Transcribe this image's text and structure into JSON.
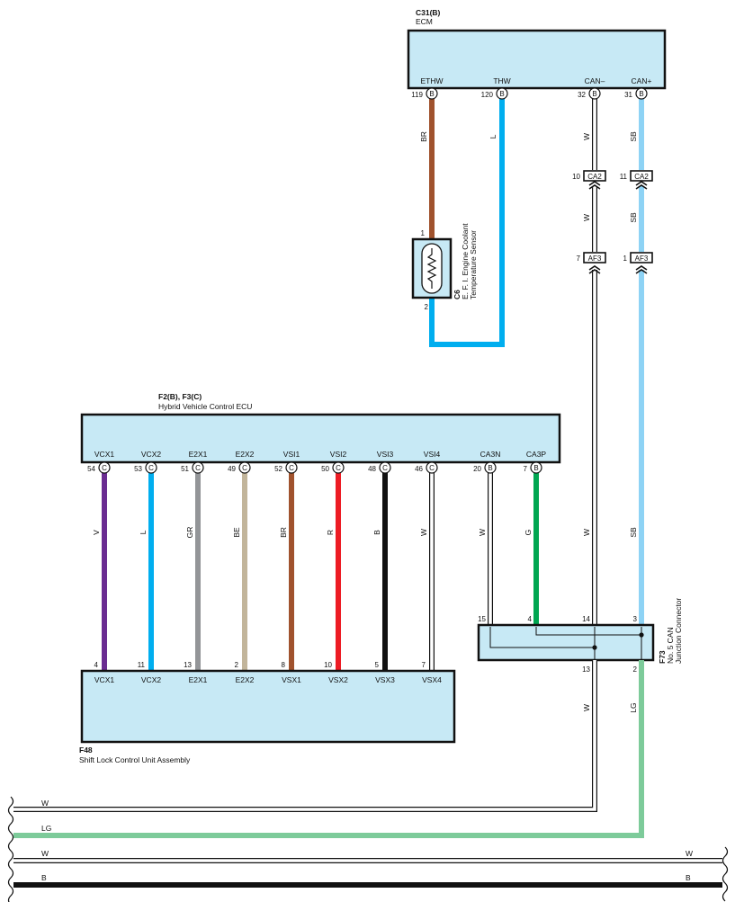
{
  "ecm": {
    "connector": "C31(B)",
    "name": "ECM",
    "pins": [
      {
        "terminal": "ETHW",
        "pin": "119",
        "conn": "B"
      },
      {
        "terminal": "THW",
        "pin": "120",
        "conn": "B"
      },
      {
        "terminal": "CAN–",
        "pin": "32",
        "conn": "B"
      },
      {
        "terminal": "CAN+",
        "pin": "31",
        "conn": "B"
      }
    ]
  },
  "sensor": {
    "connector": "C6",
    "name_line1": "E. F. I. Engine Coolant",
    "name_line2": "Temperature Sensor",
    "pin_top": "1",
    "pin_bottom": "2"
  },
  "ecm_wires": {
    "ethw_color": "BR",
    "thw_color": "L",
    "can_minus_color": "W",
    "can_plus_color": "SB"
  },
  "inline_connectors": [
    {
      "pin_left": "10",
      "id_left": "CA2",
      "pin_right": "11",
      "id_right": "CA2"
    },
    {
      "pin_left": "7",
      "id_left": "AF3",
      "pin_right": "1",
      "id_right": "AF3"
    }
  ],
  "hv_ecu": {
    "connector": "F2(B), F3(C)",
    "name": "Hybrid Vehicle Control ECU",
    "pins": [
      {
        "terminal": "VCX1",
        "pin": "54",
        "conn": "C",
        "wire": "V",
        "hex": "#6a2c91"
      },
      {
        "terminal": "VCX2",
        "pin": "53",
        "conn": "C",
        "wire": "L",
        "hex": "#00aeef"
      },
      {
        "terminal": "E2X1",
        "pin": "51",
        "conn": "C",
        "wire": "GR",
        "hex": "#939598"
      },
      {
        "terminal": "E2X2",
        "pin": "49",
        "conn": "C",
        "wire": "BE",
        "hex": "#c2b59b"
      },
      {
        "terminal": "VSI1",
        "pin": "52",
        "conn": "C",
        "wire": "BR",
        "hex": "#a0522d"
      },
      {
        "terminal": "VSI2",
        "pin": "50",
        "conn": "C",
        "wire": "R",
        "hex": "#ed1c24"
      },
      {
        "terminal": "VSI3",
        "pin": "48",
        "conn": "C",
        "wire": "B",
        "hex": "#111111"
      },
      {
        "terminal": "VSI4",
        "pin": "46",
        "conn": "C",
        "wire": "W",
        "hex": "#ffffff"
      },
      {
        "terminal": "CA3N",
        "pin": "20",
        "conn": "B",
        "wire": "W",
        "hex": "#ffffff"
      },
      {
        "terminal": "CA3P",
        "pin": "7",
        "conn": "B",
        "wire": "G",
        "hex": "#00a651"
      }
    ]
  },
  "shift_lock": {
    "connector": "F48",
    "name": "Shift Lock Control Unit Assembly",
    "pins": [
      {
        "terminal": "VCX1",
        "pin": "4"
      },
      {
        "terminal": "VCX2",
        "pin": "11"
      },
      {
        "terminal": "E2X1",
        "pin": "13"
      },
      {
        "terminal": "E2X2",
        "pin": "2"
      },
      {
        "terminal": "VSX1",
        "pin": "8"
      },
      {
        "terminal": "VSX2",
        "pin": "10"
      },
      {
        "terminal": "VSX3",
        "pin": "5"
      },
      {
        "terminal": "VSX4",
        "pin": "7"
      }
    ]
  },
  "junction": {
    "connector": "F73",
    "name_line1": "No. 5 CAN",
    "name_line2": "Junction Connector",
    "top_pins": [
      "15",
      "4",
      "14",
      "3"
    ],
    "bottom_pins": [
      "13",
      "2"
    ],
    "right_wires": {
      "w_upper": "W",
      "sb_upper": "SB",
      "w_lower": "W",
      "lg_lower": "LG"
    }
  },
  "bottom_bus": {
    "w1": "W",
    "lg": "LG",
    "w2_left": "W",
    "w2_right": "W",
    "b_left": "B",
    "b_right": "B"
  },
  "colors": {
    "box_fill": "#c7e9f5",
    "sb": "#8ed3f5",
    "lg": "#7dcb9a",
    "l": "#00aeef",
    "br": "#a0522d"
  }
}
